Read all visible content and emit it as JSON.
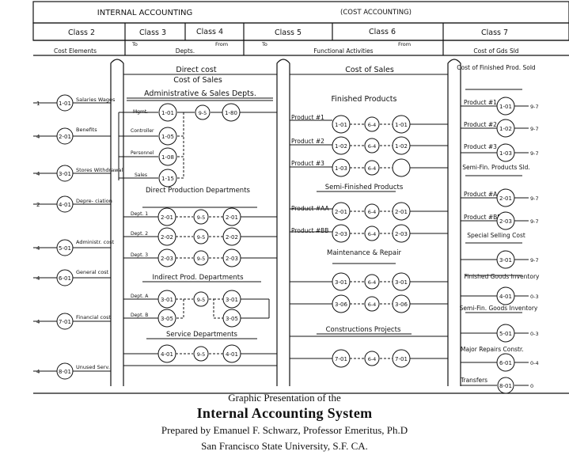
{
  "header": {
    "left_title": "INTERNAL ACCOUNTING",
    "right_title": "(COST ACCOUNTING)"
  },
  "classes": {
    "c2": "Class 2",
    "c3": "Class 3",
    "c4": "Class 4",
    "c5": "Class 5",
    "c6": "Class 6",
    "c7": "Class 7"
  },
  "subheaders": {
    "to1": "To",
    "from1": "From",
    "to2": "To",
    "from2": "From",
    "cost_elements": "Cost Elements",
    "depts": "Depts.",
    "functional_activities": "Functional Activities",
    "cost_gds_sld": "Cost of Gds Sld"
  },
  "class2": [
    {
      "num": "1",
      "code": "1-01",
      "name": "Salaries Wages"
    },
    {
      "num": "4",
      "code": "2-01",
      "name": "Benefits"
    },
    {
      "num": "4",
      "code": "3-01",
      "name": "Stores Withdrawal"
    },
    {
      "num": "2",
      "code": "4-01",
      "name": "Depre- ciation"
    },
    {
      "num": "4",
      "code": "5-01",
      "name": "Administr. cost"
    },
    {
      "num": "4",
      "code": "6-01",
      "name": "General cost"
    },
    {
      "num": "4",
      "code": "7-01",
      "name": "Financial cost"
    },
    {
      "num": "4",
      "code": "8-01",
      "name": "Unused Serv."
    }
  ],
  "section_labels": {
    "direct_cost": "Direct cost",
    "cost_of_sales_left": "Cost of Sales",
    "admin_sales": "Administrative & Sales Depts.",
    "direct_production": "Direct Production Departments",
    "indirect_production": "Indirect Prod. Departments",
    "service_departments": "Service Departments",
    "cost_of_sales_right": "Cost of Sales",
    "finished_products": "Finished Products",
    "semi_finished": "Semi-Finished Products",
    "maintenance": "Maintenance & Repair",
    "construction": "Constructions Projects"
  },
  "admin_rows": [
    {
      "label": "Mgmt.",
      "code": "1-01"
    },
    {
      "label": "Controller",
      "code": "1-05"
    },
    {
      "label": "Personnel",
      "code": "1-08"
    },
    {
      "label": "Sales",
      "code": "1-15"
    }
  ],
  "admin_mid": {
    "a": "9-5",
    "b": "1-80"
  },
  "direct_rows": [
    {
      "label": "Dept. 1",
      "code": "2-01",
      "mid": "9-5",
      "right": "2-01"
    },
    {
      "label": "Dept. 2",
      "code": "2-02",
      "mid": "9-5",
      "right": "2-02"
    },
    {
      "label": "Dept. 3",
      "code": "2-03",
      "mid": "9-5",
      "right": "2-03"
    }
  ],
  "indirect_rows": [
    {
      "label": "Dept. A",
      "code": "3-01",
      "right": "3-01"
    },
    {
      "label": "Dept. B",
      "code": "3-05",
      "right": "3-05"
    }
  ],
  "indirect_mid": "9-5",
  "service_row": {
    "code": "4-01",
    "mid": "9-5",
    "right": "4-01"
  },
  "products": [
    {
      "label": "Product #1",
      "code": "1-01",
      "mid": "6-4",
      "right": "1-01"
    },
    {
      "label": "Product #2",
      "code": "1-02",
      "mid": "6-4",
      "right": "1-02"
    },
    {
      "label": "Product #3",
      "code": "1-03",
      "mid": "6-4",
      "right": ""
    }
  ],
  "semi_products": [
    {
      "label": "Product #AA",
      "code": "2-01",
      "mid": "6-4",
      "right": "2-01"
    },
    {
      "label": "Product #BB",
      "code": "2-03",
      "mid": "6-4",
      "right": "2-03"
    }
  ],
  "maintenance_rows": [
    {
      "code": "3-01",
      "mid": "6-4",
      "right": "3-01"
    },
    {
      "code": "3-06",
      "mid": "6-4",
      "right": "3-06"
    }
  ],
  "construction_row": {
    "code": "7-01",
    "mid": "6-4",
    "right": "7-01"
  },
  "class7": {
    "cost_finished": "Cost of Finished Prod. Sold",
    "p1": "Product #1",
    "p1_code": "1-01",
    "p1_edge": "9-7",
    "p2": "Product #2",
    "p2_code": "1-02",
    "p2_edge": "9-7",
    "p3": "Product #3",
    "p3_code": "1-03",
    "p3_edge": "9-7",
    "semi_sold": "Semi-Fin. Products Sld.",
    "paa": "Product #AA",
    "paa_code": "2-01",
    "paa_edge": "9-7",
    "pbb": "Product #BB",
    "pbb_code": "2-03",
    "pbb_edge": "9-7",
    "special_selling": "Special Selling Cost",
    "ss_code": "3-01",
    "ss_edge": "9-7",
    "finished_goods": "Finished Goods Inventory",
    "fg_code": "4-01",
    "fg_edge": "0-3",
    "semi_goods": "Semi-Fin. Goods Inventory",
    "sg_code": "5-01",
    "sg_edge": "0-3",
    "major_repairs": "Major Repairs Constr.",
    "mr_code": "6-01",
    "mr_edge": "0-4",
    "transfers": "Transfers",
    "tr_code": "8-01",
    "tr_edge": "0"
  },
  "caption": {
    "line1": "Graphic Presentation of the",
    "title": "Internal Accounting System",
    "author": "Prepared by Emanuel F. Schwarz, Professor Emeritus,  Ph.D",
    "university": "San Francisco State University, S.F.  CA."
  }
}
